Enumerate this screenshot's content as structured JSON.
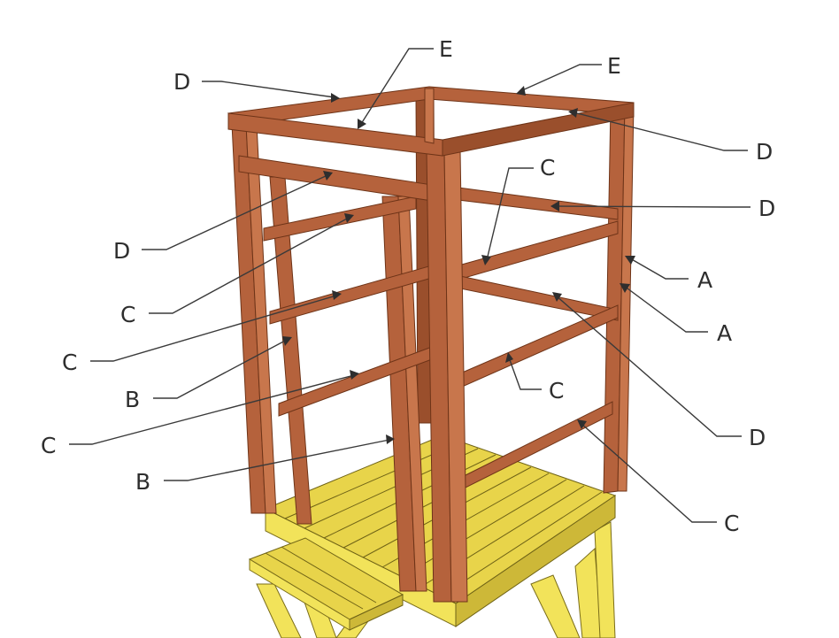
{
  "labels": [
    {
      "id": "e-top-left",
      "text": "E"
    },
    {
      "id": "e-top-right",
      "text": "E"
    },
    {
      "id": "d-top-left",
      "text": "D"
    },
    {
      "id": "d-right-top",
      "text": "D"
    },
    {
      "id": "c-right-upper",
      "text": "C"
    },
    {
      "id": "d-right-mid",
      "text": "D"
    },
    {
      "id": "d-left-upper",
      "text": "D"
    },
    {
      "id": "a-right-1",
      "text": "A"
    },
    {
      "id": "a-right-2",
      "text": "A"
    },
    {
      "id": "c-left-1",
      "text": "C"
    },
    {
      "id": "c-left-2",
      "text": "C"
    },
    {
      "id": "b-left-1",
      "text": "B"
    },
    {
      "id": "c-right-mid",
      "text": "C"
    },
    {
      "id": "d-right-low",
      "text": "D"
    },
    {
      "id": "c-left-3",
      "text": "C"
    },
    {
      "id": "b-left-2",
      "text": "B"
    },
    {
      "id": "c-right-low",
      "text": "C"
    }
  ],
  "colors": {
    "frame": "#b5623c",
    "frame_edge": "#6e3418",
    "deck": "#e8d44a",
    "deck_edge": "#6f6316",
    "label_text": "#2e2e2e"
  }
}
